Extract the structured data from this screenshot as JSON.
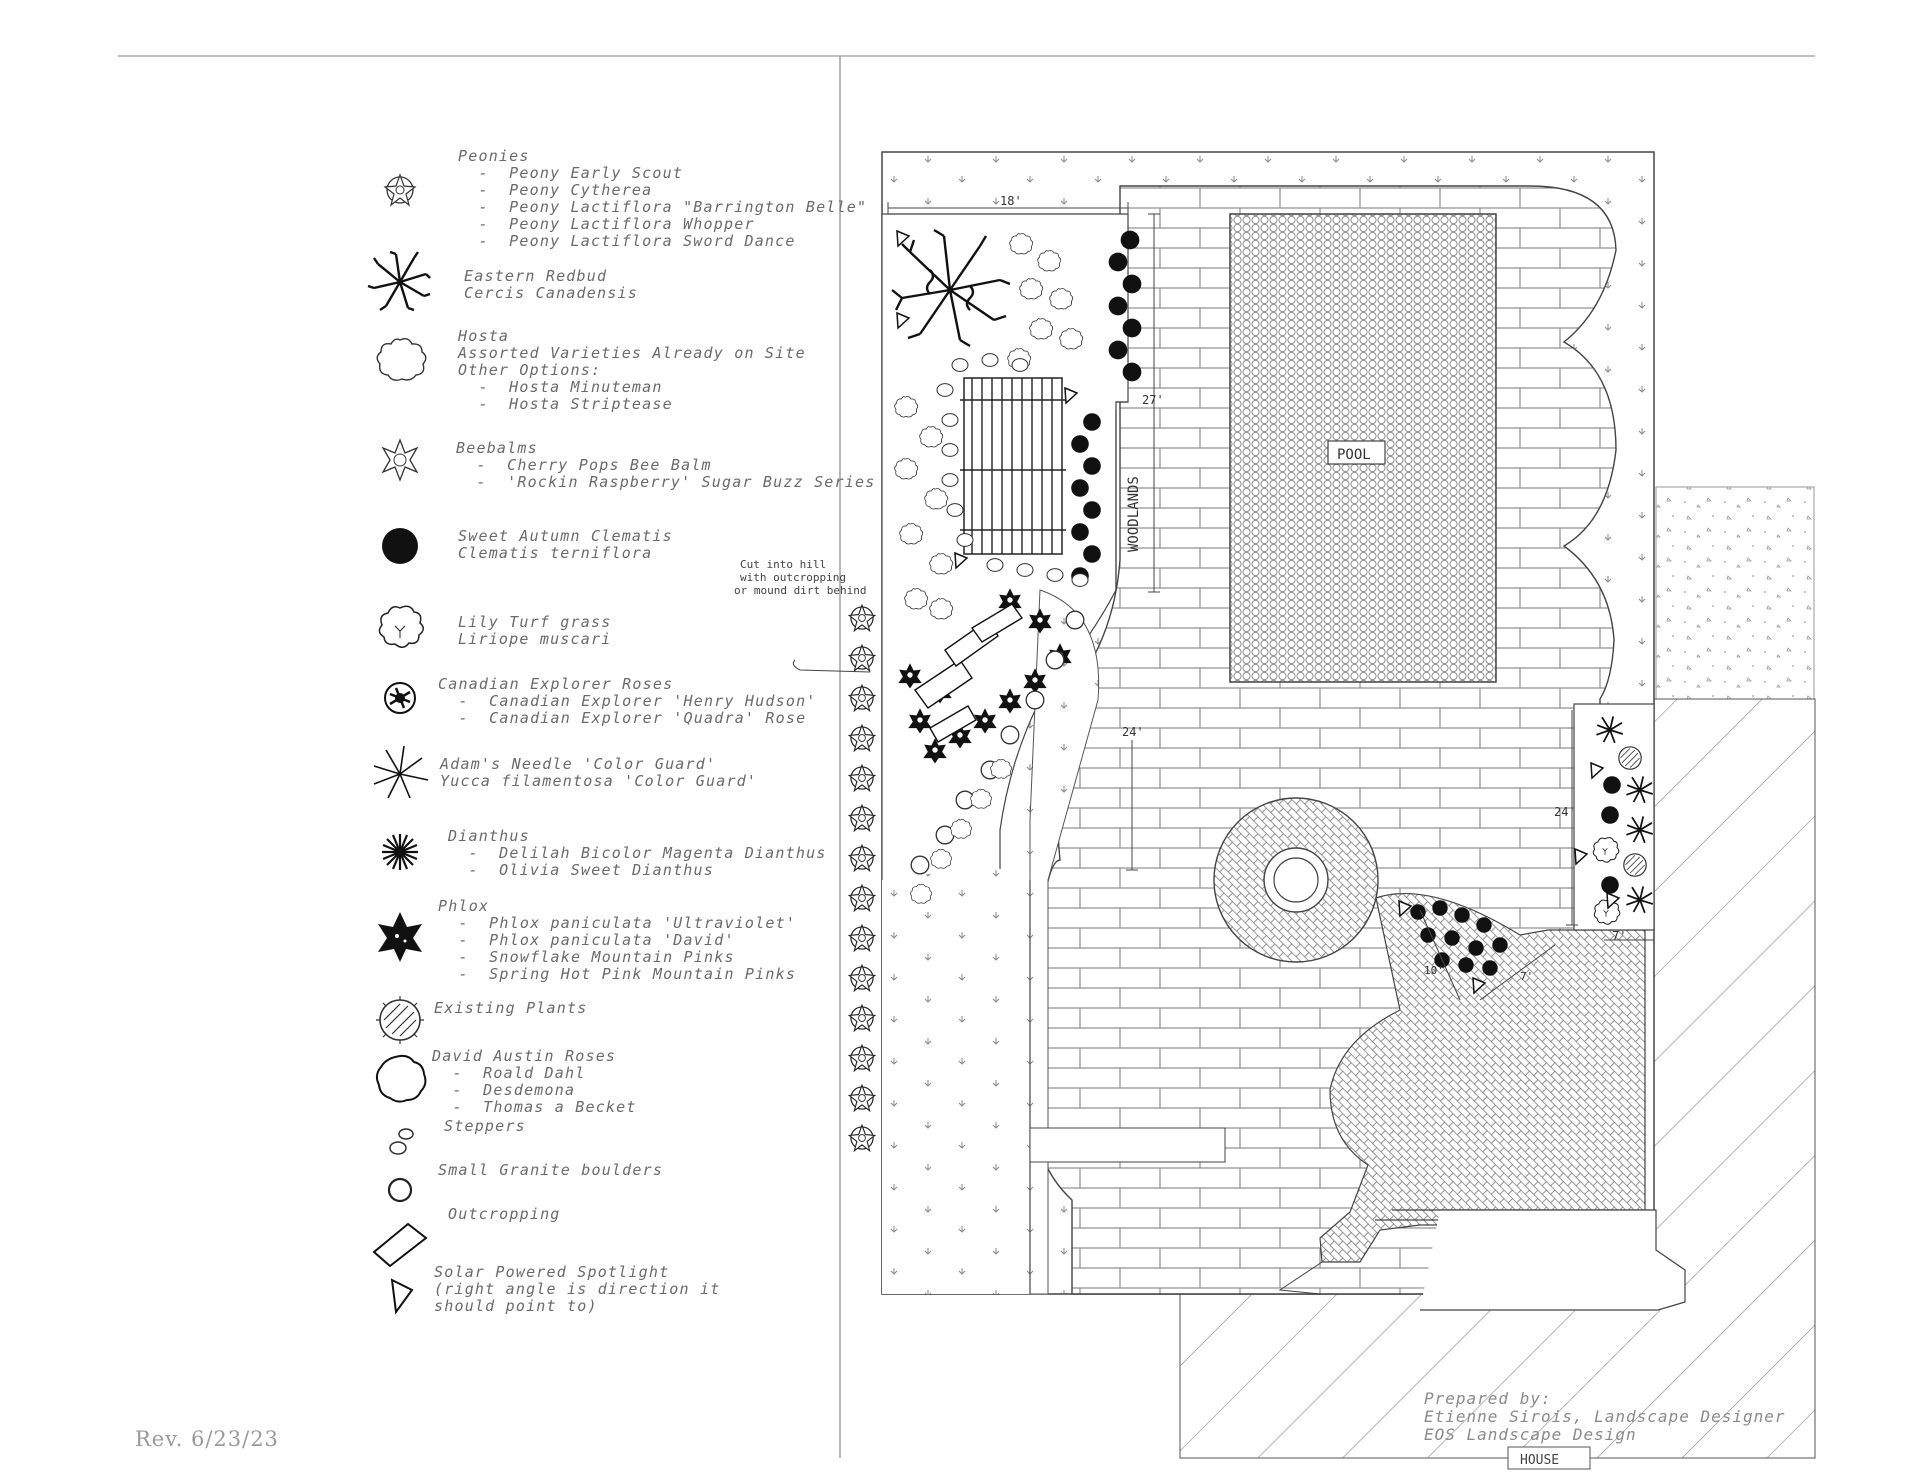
{
  "legend": [
    {
      "symbol": "peony",
      "lines": [
        "Peonies",
        "  -  Peony Early Scout",
        "  -  Peony Cytherea",
        "  -  Peony Lactiflora \"Barrington Belle\"",
        "  -  Peony Lactiflora Whopper",
        "  -  Peony Lactiflora Sword Dance"
      ]
    },
    {
      "symbol": "redbud",
      "lines": [
        "Eastern Redbud",
        "Cercis Canadensis"
      ]
    },
    {
      "symbol": "hosta",
      "lines": [
        "Hosta",
        "Assorted Varieties Already on Site",
        "Other Options:",
        "  -  Hosta Minuteman",
        "  -  Hosta Striptease"
      ]
    },
    {
      "symbol": "beebalm",
      "lines": [
        "Beebalms",
        "  -  Cherry Pops Bee Balm",
        "  -  'Rockin Raspberry' Sugar Buzz Series"
      ]
    },
    {
      "symbol": "clematis",
      "lines": [
        "Sweet Autumn Clematis",
        "Clematis terniflora"
      ]
    },
    {
      "symbol": "lilyturf",
      "lines": [
        "Lily Turf grass",
        "Liriope muscari"
      ]
    },
    {
      "symbol": "explorer-rose",
      "lines": [
        "Canadian Explorer Roses",
        "  -  Canadian Explorer 'Henry Hudson'",
        "  -  Canadian Explorer 'Quadra' Rose"
      ]
    },
    {
      "symbol": "yucca",
      "lines": [
        "Adam's Needle 'Color Guard'",
        "Yucca filamentosa 'Color Guard'"
      ]
    },
    {
      "symbol": "dianthus",
      "lines": [
        "Dianthus",
        "  -  Delilah Bicolor Magenta Dianthus",
        "  -  Olivia Sweet Dianthus"
      ]
    },
    {
      "symbol": "phlox",
      "lines": [
        "Phlox",
        "  -  Phlox paniculata 'Ultraviolet'",
        "  -  Phlox paniculata 'David'",
        "  -  Snowflake Mountain Pinks",
        "  -  Spring Hot Pink Mountain Pinks"
      ]
    },
    {
      "symbol": "existing",
      "lines": [
        "Existing Plants"
      ]
    },
    {
      "symbol": "austin-rose",
      "lines": [
        "David Austin Roses",
        "  -  Roald Dahl",
        "  -  Desdemona",
        "  -  Thomas a Becket"
      ]
    },
    {
      "symbol": "steppers",
      "lines": [
        "Steppers"
      ]
    },
    {
      "symbol": "boulder",
      "lines": [
        "Small Granite boulders"
      ]
    },
    {
      "symbol": "outcropping",
      "lines": [
        "Outcropping"
      ]
    },
    {
      "symbol": "spotlight",
      "lines": [
        "Solar Powered Spotlight",
        "(right angle is direction it",
        "should point to)"
      ]
    }
  ],
  "plan": {
    "pool_label": "POOL",
    "woodlands_label": "WOODLANDS",
    "house_label": "HOUSE",
    "note": [
      "Cut into hill",
      "with outcropping",
      "or mound dirt behind"
    ],
    "dims": {
      "top_width": "18'",
      "woodlands_height": "27'",
      "path_left": "24'",
      "path_right": "24'",
      "bed_width": "7'",
      "fire_bed_a": "10'",
      "fire_bed_b": "7'"
    }
  },
  "revision": "Rev. 6/23/23",
  "credits": [
    "Prepared by:",
    "Etienne Sirois, Landscape Designer",
    "EOS Landscape Design"
  ]
}
